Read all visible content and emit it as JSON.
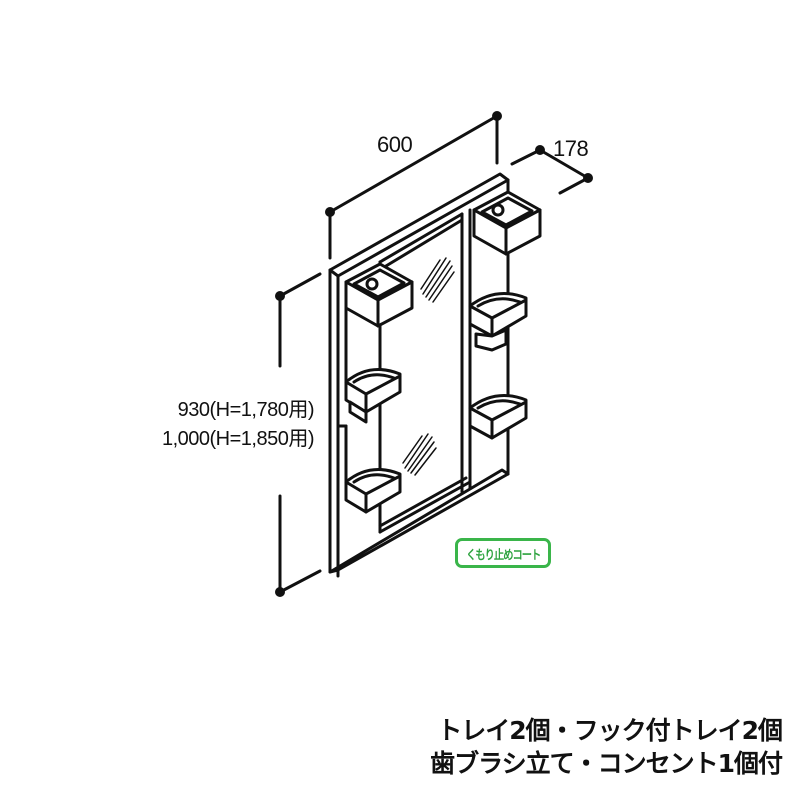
{
  "dimensions": {
    "width": "600",
    "depth": "178",
    "height_lines": [
      "930(H=1,780用)",
      "1,000(H=1,850用)"
    ]
  },
  "badge": {
    "label": "くもり止めコート",
    "color": "#3ab54a"
  },
  "caption": {
    "lines": [
      "トレイ2個・フック付トレイ2個",
      "歯ブラシ立て・コンセント1個付"
    ]
  },
  "drawing": {
    "subject": "mirror-cabinet",
    "line_color": "#111111"
  }
}
